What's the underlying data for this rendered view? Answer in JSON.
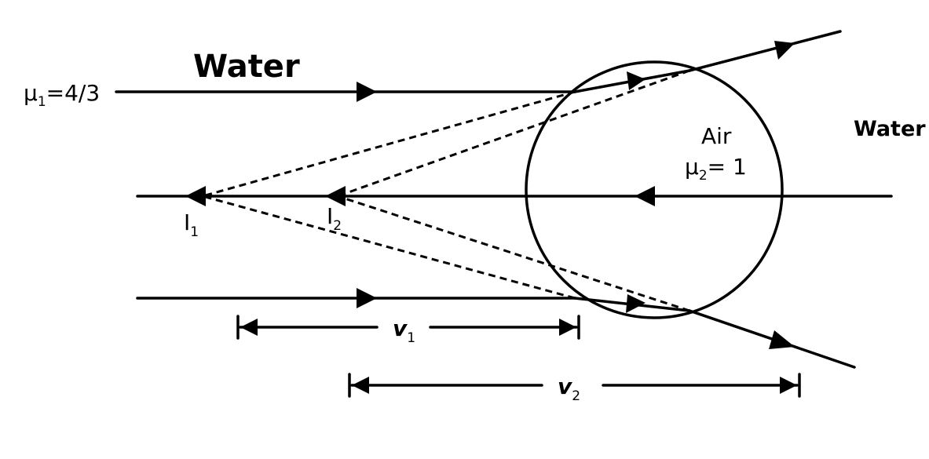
{
  "labels": {
    "water_left": "Water",
    "mu1_prefix": "μ",
    "mu1_sub": "1",
    "mu1_value": "=4/3",
    "water_right": "Water",
    "air": "Air",
    "mu2_prefix": "μ",
    "mu2_sub": "2",
    "mu2_value": "= 1",
    "image1": "I",
    "image1_sub": "1",
    "image2": "I",
    "image2_sub": "2",
    "v1": "v",
    "v1_sub": "1",
    "v2": "v",
    "v2_sub": "2"
  }
}
